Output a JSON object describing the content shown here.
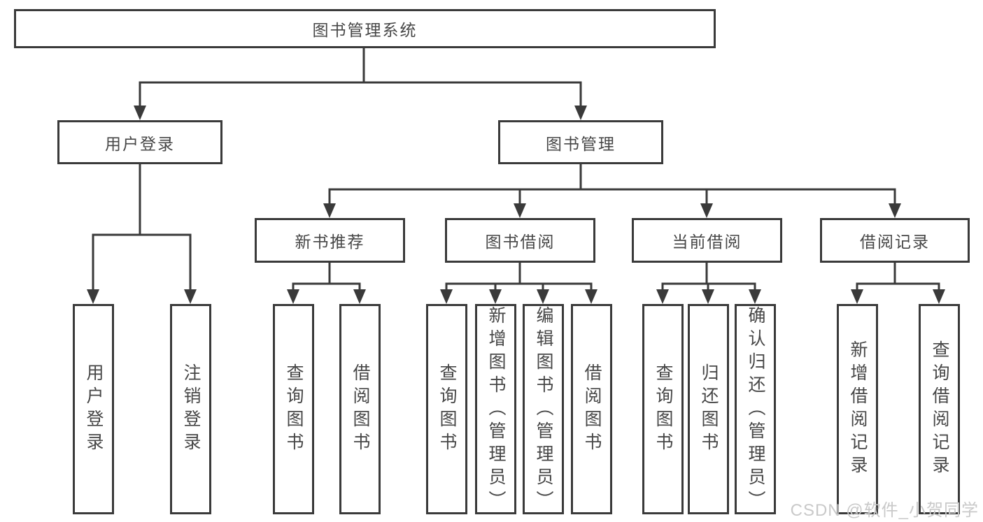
{
  "tree": {
    "label": "图书管理系统",
    "children": [
      {
        "label": "用户登录",
        "children": [
          {
            "label": "用户登录"
          },
          {
            "label": "注销登录"
          }
        ]
      },
      {
        "label": "图书管理",
        "children": [
          {
            "label": "新书推荐",
            "children": [
              {
                "label": "查询图书"
              },
              {
                "label": "借阅图书"
              }
            ]
          },
          {
            "label": "图书借阅",
            "children": [
              {
                "label": "查询图书"
              },
              {
                "label": "新增图书（管理员）"
              },
              {
                "label": "编辑图书（管理员）"
              },
              {
                "label": "借阅图书"
              }
            ]
          },
          {
            "label": "当前借阅",
            "children": [
              {
                "label": "查询图书"
              },
              {
                "label": "归还图书"
              },
              {
                "label": "确认归还（管理员）"
              }
            ]
          },
          {
            "label": "借阅记录",
            "children": [
              {
                "label": "新增借阅记录"
              },
              {
                "label": "查询借阅记录"
              }
            ]
          }
        ]
      }
    ]
  },
  "watermark": {
    "text": "CSDN @软件_小贺同学"
  },
  "colors": {
    "line": "#3a3a3a",
    "text": "#474747",
    "watermark": "#c9c9c9",
    "background": "#ffffff"
  }
}
